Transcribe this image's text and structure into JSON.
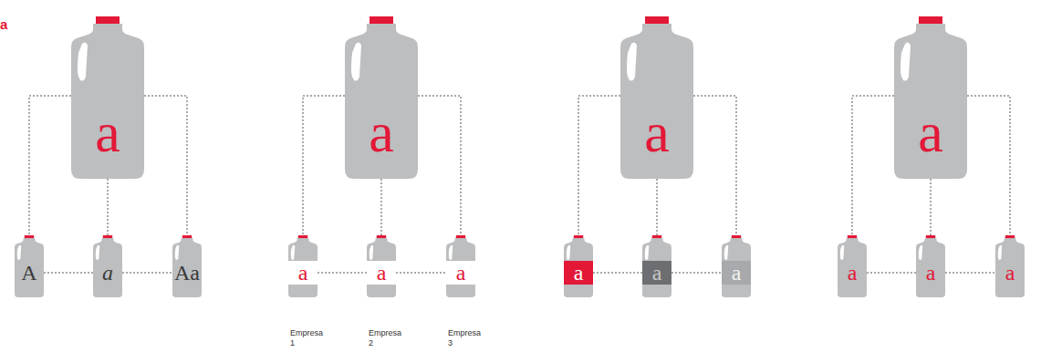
{
  "diagram": {
    "nodes": [
      {
        "text": [
          "a"
        ]
      },
      {
        "text": [
          "A"
        ]
      },
      {
        "text": [
          "a"
        ]
      },
      {
        "text": [
          "Aa"
        ]
      },
      {
        "text": [
          "a"
        ]
      },
      {
        "text": [
          "a",
          "Empresa 1"
        ]
      },
      {
        "text": [
          "a",
          "Empresa 2"
        ]
      },
      {
        "text": [
          "a",
          "Empresa 3"
        ]
      },
      {
        "text": [
          "a"
        ]
      },
      {
        "text": [
          "a"
        ]
      },
      {
        "text": [
          "a"
        ]
      },
      {
        "text": [
          "a"
        ]
      },
      {
        "text": [
          "a"
        ]
      },
      {
        "text": [
          "a"
        ]
      },
      {
        "text": [
          "a"
        ]
      },
      {
        "text": [
          "a"
        ]
      }
    ],
    "edges": [
      {
        "from": 0,
        "to": 1,
        "arrow": "none"
      },
      {
        "from": 0,
        "to": 2,
        "arrow": "none"
      },
      {
        "from": 0,
        "to": 3,
        "arrow": "none"
      },
      {
        "from": 1,
        "to": 2,
        "arrow": "none"
      },
      {
        "from": 2,
        "to": 3,
        "arrow": "none"
      },
      {
        "from": 4,
        "to": 5,
        "arrow": "none"
      },
      {
        "from": 4,
        "to": 6,
        "arrow": "none"
      },
      {
        "from": 4,
        "to": 7,
        "arrow": "none"
      },
      {
        "from": 5,
        "to": 6,
        "arrow": "none"
      },
      {
        "from": 6,
        "to": 7,
        "arrow": "none"
      },
      {
        "from": 8,
        "to": 9,
        "arrow": "none"
      },
      {
        "from": 8,
        "to": 10,
        "arrow": "none"
      },
      {
        "from": 8,
        "to": 11,
        "arrow": "none"
      },
      {
        "from": 9,
        "to": 10,
        "arrow": "none"
      },
      {
        "from": 10,
        "to": 11,
        "arrow": "none"
      },
      {
        "from": 12,
        "to": 13,
        "arrow": "none"
      },
      {
        "from": 12,
        "to": 14,
        "arrow": "none"
      },
      {
        "from": 12,
        "to": 15,
        "arrow": "none"
      },
      {
        "from": 13,
        "to": 14,
        "arrow": "none"
      },
      {
        "from": 14,
        "to": 15,
        "arrow": "none"
      }
    ],
    "labels": [
      "a"
    ]
  }
}
